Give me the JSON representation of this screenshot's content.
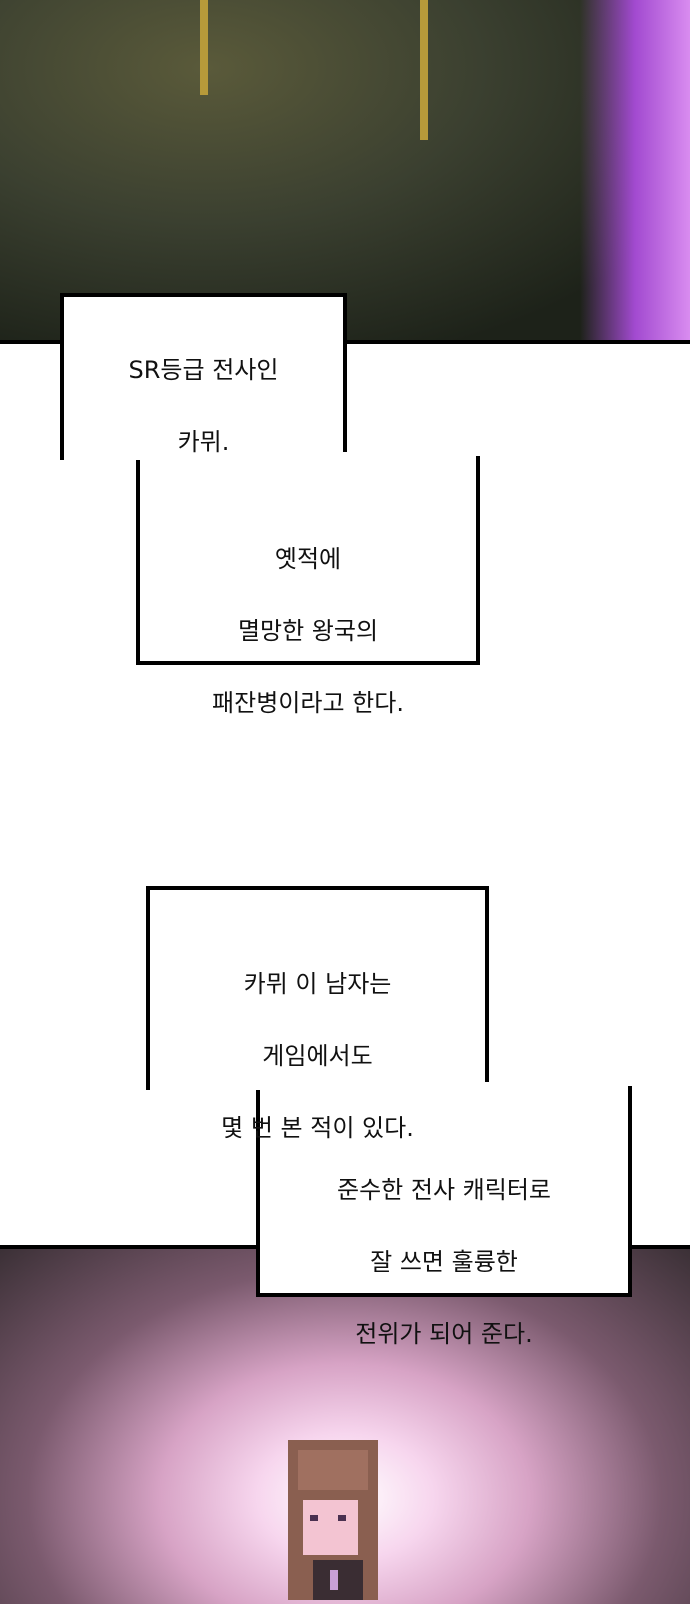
{
  "captions": [
    {
      "lines": [
        "SR등급 전사인",
        "카뮈."
      ]
    },
    {
      "lines": [
        "옛적에",
        "멸망한 왕국의",
        "패잔병이라고 한다."
      ]
    },
    {
      "lines": [
        "카뮈 이 남자는",
        "게임에서도",
        "몇 번 본 적이 있다."
      ]
    },
    {
      "lines": [
        "준수한 전사 캐릭터로",
        "잘 쓰면 훌륭한",
        "전위가 되어 준다."
      ]
    }
  ],
  "colors": {
    "panel_top": "#2b2f24",
    "glow": "#a24ad0",
    "panel_bottom_glow": "#d7a3c5"
  }
}
